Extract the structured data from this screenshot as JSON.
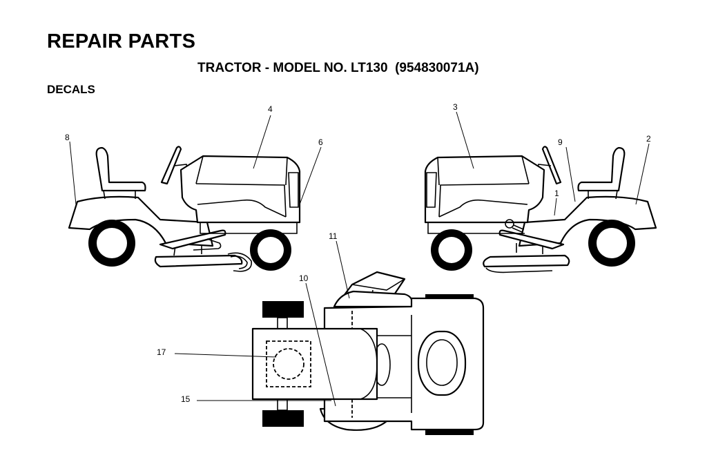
{
  "header": {
    "title": "REPAIR PARTS",
    "subtitle": "TRACTOR - MODEL NO. LT130  (954830071A)",
    "section": "DECALS"
  },
  "callouts": {
    "c1": "1",
    "c2": "2",
    "c3": "3",
    "c4": "4",
    "c6": "6",
    "c8": "8",
    "c9": "9",
    "c10": "10",
    "c11": "11",
    "c15": "15",
    "c17": "17"
  }
}
